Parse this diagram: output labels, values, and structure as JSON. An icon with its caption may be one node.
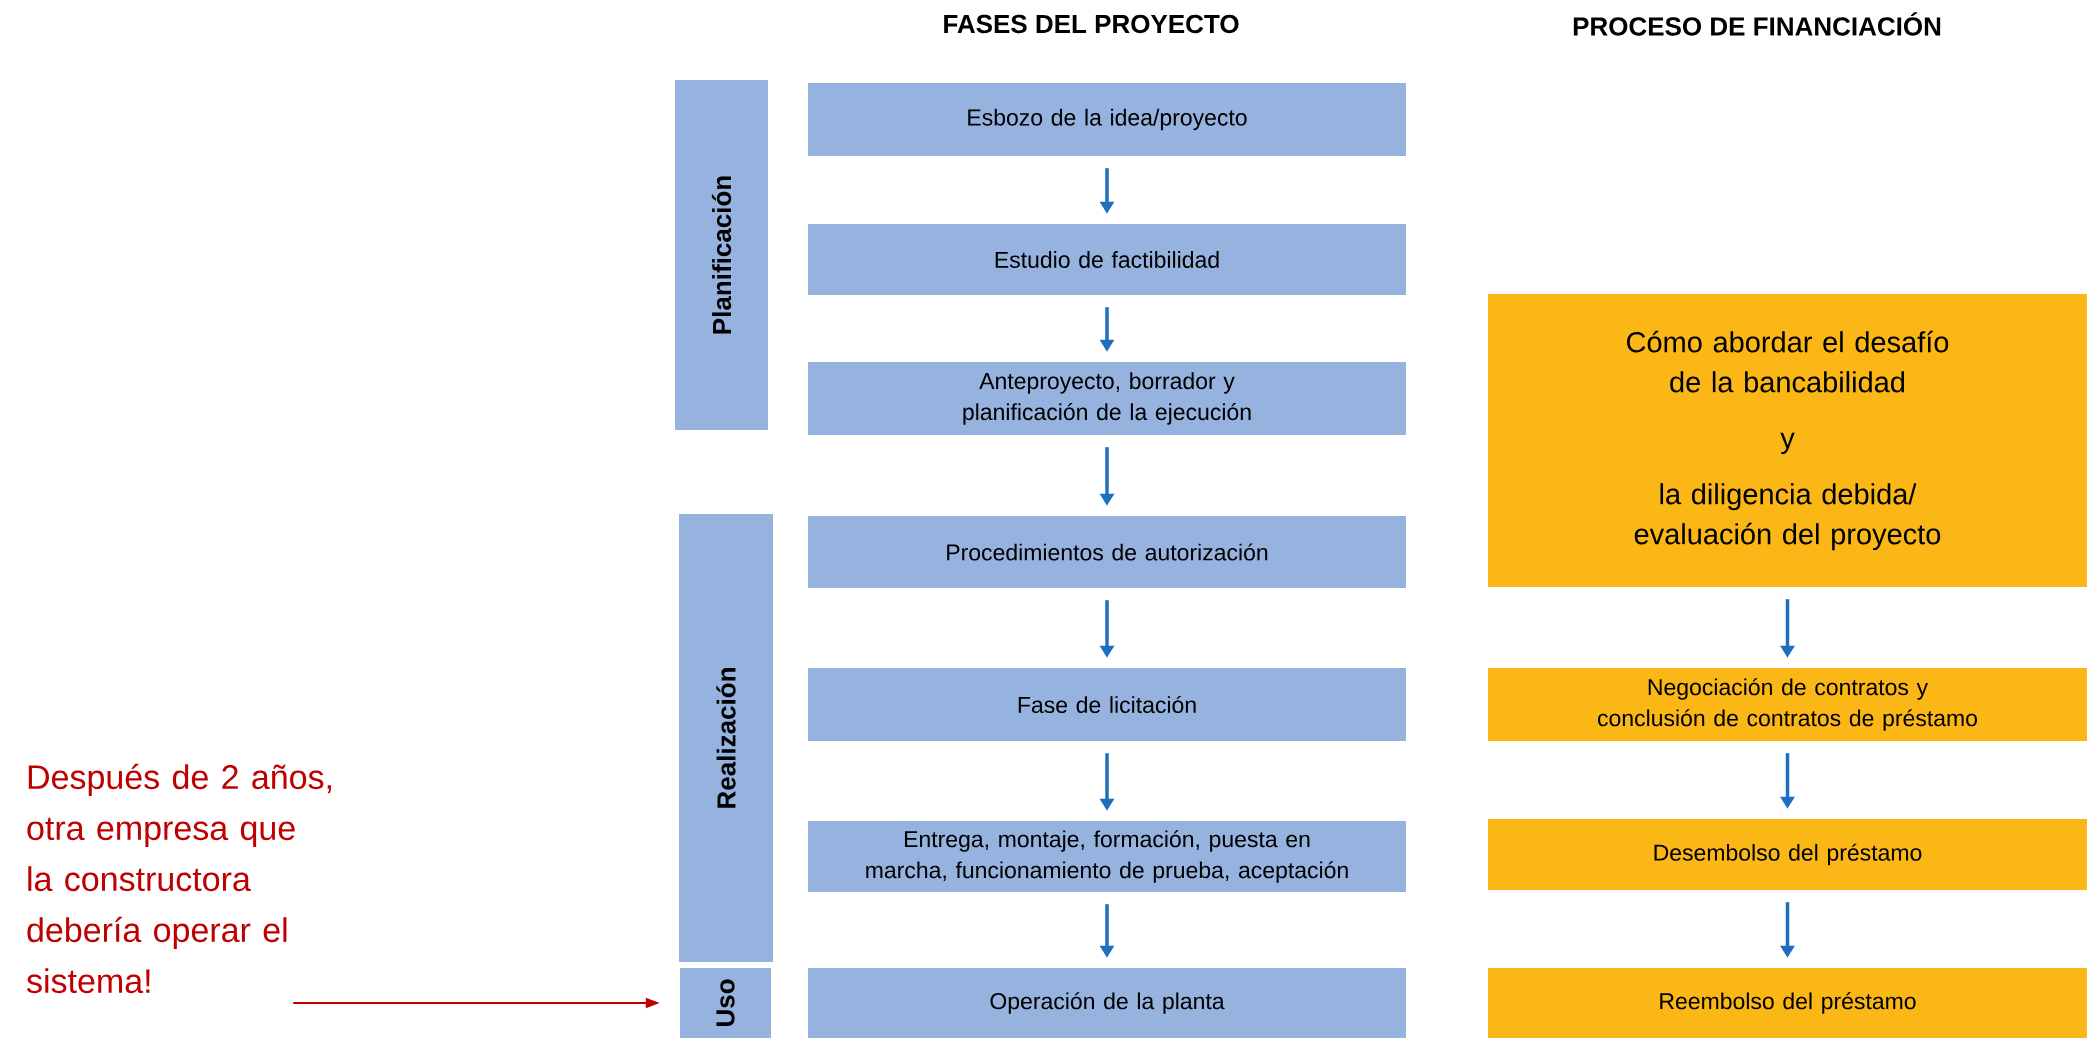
{
  "diagram": {
    "nodes": [
      {
        "text": [
          "Planificación"
        ]
      },
      {
        "text": [
          "Esbozo de la idea/proyecto"
        ]
      },
      {
        "text": [
          "Estudio de factibilidad"
        ]
      },
      {
        "text": [
          "Anteproyecto, borrador y planificación de la ejecución"
        ]
      },
      {
        "text": [
          "Realización"
        ]
      },
      {
        "text": [
          "Procedimientos de autorización"
        ]
      },
      {
        "text": [
          "Fase de licitación"
        ]
      },
      {
        "text": [
          "Entrega, montaje, formación, puesta en marcha, funcionamiento de prueba, aceptación"
        ]
      },
      {
        "text": [
          "Uso"
        ]
      },
      {
        "text": [
          "Operación de la planta"
        ]
      },
      {
        "text": [
          "Cómo abordar el desafío de la bancabilidad",
          "y",
          "la diligencia debida/ evaluación del proyecto"
        ]
      },
      {
        "text": [
          "Negociación de contratos y conclusión de contratos de préstamo"
        ]
      },
      {
        "text": [
          "Desembolso del préstamo"
        ]
      },
      {
        "text": [
          "Reembolso del préstamo"
        ]
      },
      {
        "text": [
          "Después de 2 años, otra empresa que la constructora debería operar el sistema!"
        ]
      }
    ],
    "edges": [
      {
        "from": 1,
        "to": 2,
        "arrow": "to"
      },
      {
        "from": 2,
        "to": 3,
        "arrow": "to"
      },
      {
        "from": 3,
        "to": 5,
        "arrow": "to"
      },
      {
        "from": 5,
        "to": 6,
        "arrow": "to"
      },
      {
        "from": 6,
        "to": 7,
        "arrow": "to"
      },
      {
        "from": 7,
        "to": 9,
        "arrow": "to"
      },
      {
        "from": 10,
        "to": 11,
        "arrow": "to"
      },
      {
        "from": 11,
        "to": 12,
        "arrow": "to"
      },
      {
        "from": 12,
        "to": 13,
        "arrow": "to"
      },
      {
        "from": 14,
        "to": 8,
        "arrow": "to",
        "color": "#c00000"
      }
    ],
    "labels": [
      "FASES DEL PROYECTO",
      "PROCESO DE FINANCIACIÓN"
    ]
  }
}
